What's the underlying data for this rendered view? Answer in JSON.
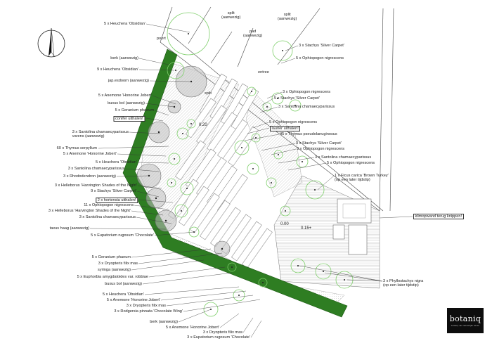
{
  "colors": {
    "hedge": "#2e7d22",
    "plant_line": "#8ad27a",
    "existing_tree": "#b7b7b7",
    "ink": "#222222"
  },
  "north_icon": "north-arrow-icon",
  "brand": {
    "name": "botaniq",
    "tagline": "ontwerp van natuurlijke tuinen"
  },
  "annotations": {
    "split_1": "split\n(aanwezig)",
    "pad": "pad\n(aanwezig)",
    "split_2": "split\n(aanwezig)",
    "poort": "poort",
    "entree": "entree",
    "split_3": "split",
    "dim_020": "0.20",
    "dim_000": "0.00",
    "dim_015": "0.15+"
  },
  "labels_left": {
    "heuchera_obsidian_top": "5 x Heuchera 'Obsidian'",
    "berk_1": "berk (aanwezig)",
    "heuchera_obsidian_9": "9 x Heuchera 'Obsidian'",
    "esdoorn": "jap.esdoorn (aanwezig)",
    "anemone_1": "5 x Anemone 'Honorine Jobert'",
    "buxus_1": "buxus bol (aanwezig)",
    "geranium_1": "5 x Geranium phaeum",
    "conifer": "conifer uithalen!",
    "santolina_varens": "3 x Santolina chamaecyparissus\nvarens (aanwezig)",
    "thymus_serpyllum": "60 x Thymus serpyllum",
    "anemone_2": "5 x Anemone 'Honorine Jobert'",
    "heuchera_obsidian_2": "5 x Heuchera 'Obsidian'",
    "santolina_2": "3 x Santolina chamaecyparissus",
    "rhododendron": "3 x Rhododendron (aanwezig)",
    "helleborus_1": "3 x Helleborus 'Harvington Shades of the Night'",
    "stachys_9": "9 x Stachys 'Silver Carpet'",
    "hortensia": "2 x hortensia uithalen!",
    "ophiopogon_11": "11 x Ophiopogon nigrescens",
    "helleborus_2": "3 x Helleborus 'Harvington Shades of the Night'",
    "santolina_3": "3 x Santolina chamaecyparissus",
    "taxus": "taxus haag (aanwezig)",
    "eupatorium_1": "5 x Eupatorium rugosum 'Chocolate'",
    "geranium_2": "5 x Geranium phaeum",
    "dryopteris_1": "3 x Dryopteris filix mas",
    "syringa": "syringa (aanwezig)",
    "euphorbia": "5 x Euphorbia amygdaloides var. robbiae",
    "buxus_2": "buxus bol (aanwezig)",
    "heuchera_obsidian_3": "5 x Heuchera 'Obsidian'",
    "anemone_3": "5 x Anemone 'Honorine Jobert'",
    "dryopteris_2": "3 x Dryopteris filix mas",
    "rodgersia": "3 x Rodgersia pinnata 'Chocolate Wing'",
    "berk_2": "berk (aanwezig)",
    "anemone_4": "5 x Anemone 'Honorine Jobert'",
    "dryopteris_3": "3 x Dryopteris filix mas",
    "eupatorium_2": "3 x Eupatorium rugosum 'Chocolate'"
  },
  "labels_right": {
    "stachys_top": "3 x Stachys 'Silver Carpet'",
    "ophiopogon_top": "5 x Ophiopogon nigrescens",
    "ophiopogon_a": "3 x Ophiopogon nigrescens",
    "stachys_a": "5 x Stachys 'Silver Carpet'",
    "santolina_a": "3 x Santolina chamaecyparissus",
    "ophiopogon_b": "5 x Ophiopogon nigrescens",
    "laurier": "laurier uithalen!",
    "thymus_pseudo": "45 x Thymus pseudolanuginosus",
    "stachys_b": "3 x Stachys 'Silver Carpet'",
    "ophiopogon_c": "3 x Ophiopogon nigrescens",
    "santolina_b": "3 x Santolina chamaecyparissus",
    "ophiopogon_d": "5 x Ophiopogon nigrescens",
    "ficus": "1 x Ficus carica 'Brown Turkey'\n(op een later tijdstip)",
    "klimop": "klimopwand terug knippen!",
    "phyllostachys": "3 x Phyllostachys nigra\n(op een later tijdstip)"
  }
}
